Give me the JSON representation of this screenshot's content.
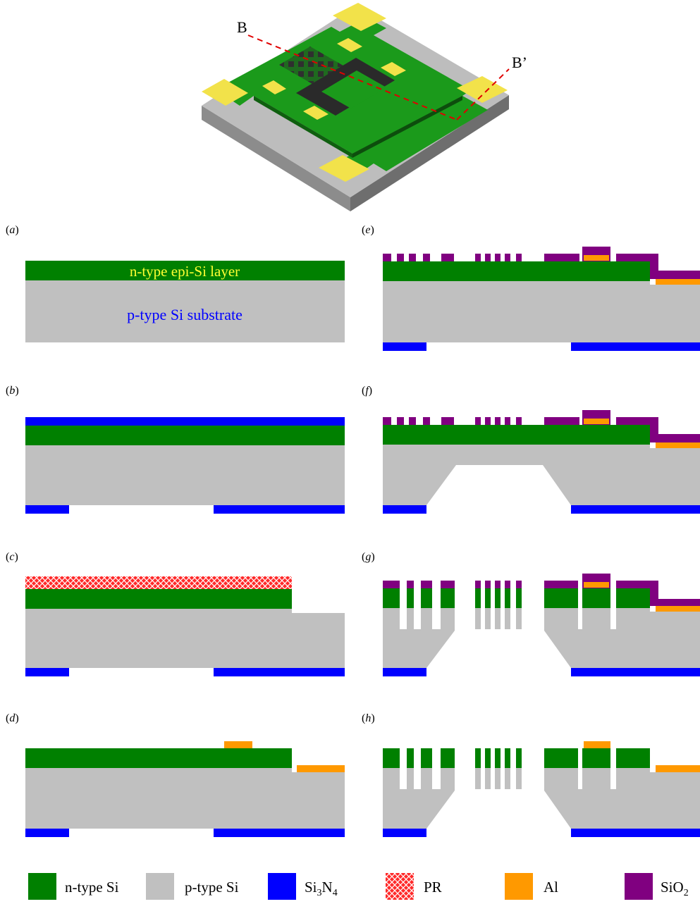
{
  "figure": {
    "section_labels": {
      "b": "B",
      "b_prime": "B’"
    },
    "panel_labels": [
      "a",
      "b",
      "c",
      "d",
      "e",
      "f",
      "g",
      "h"
    ],
    "panel_a": {
      "top_layer_label": "n-type epi-Si layer",
      "substrate_label": "p-type Si substrate"
    },
    "legend": [
      {
        "key": "n-type Si",
        "color": "#008000",
        "label_main": "n-type Si",
        "label_sub": ""
      },
      {
        "key": "p-type Si",
        "color": "#c0c0c0",
        "label_main": "p-type Si",
        "label_sub": ""
      },
      {
        "key": "Si3N4",
        "color": "#0000ff",
        "label_parts": [
          "Si",
          "3",
          "N",
          "4"
        ]
      },
      {
        "key": "PR",
        "color": "#ff0000",
        "label_main": "PR",
        "label_sub": ""
      },
      {
        "key": "Al",
        "color": "#ff9900",
        "label_main": "Al",
        "label_sub": ""
      },
      {
        "key": "SiO2",
        "color": "#800080",
        "label_parts": [
          "SiO",
          "2"
        ]
      }
    ],
    "colors": {
      "n_si": "#008000",
      "p_si": "#c0c0c0",
      "si3n4": "#0000ff",
      "pr": "#ff0000",
      "al": "#ff9900",
      "sio2": "#800080",
      "pad": "#f2e24a",
      "section_line": "#e00000",
      "label_yellow": "#ffff33",
      "label_blue": "#0000ff"
    }
  }
}
